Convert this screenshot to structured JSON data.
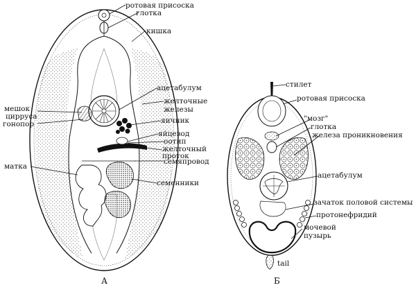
{
  "figure": {
    "captions": {
      "a": "А",
      "b": "Б"
    },
    "panel_a_labels": {
      "oral_sucker": "ротовая присоска",
      "pharynx": "глотка",
      "intestine": "кишка",
      "acetabulum": "ацетабулум",
      "vitelline_glands_1": "желточные",
      "vitelline_glands_2": "железы",
      "cirrus_sac_1": "мешок",
      "cirrus_sac_2": "циррусa",
      "gonopore": "гонопор",
      "ovary": "яичник",
      "oviduct": "яйцевод",
      "ootype": "оотип",
      "vitelline_duct_1": "желточный",
      "vitelline_duct_2": "проток",
      "vas_deferens": "семяпровод",
      "uterus": "матка",
      "testes": "семенники"
    },
    "panel_b_labels": {
      "stylet": "стилет",
      "oral_sucker": "ротовая присоска",
      "brain": "\"мозг\"",
      "pharynx": "глотка",
      "penetration_gland": "железа проникновения",
      "acetabulum": "ацетабулум",
      "genital_primordium": "зачаток половой системы",
      "protonephridium": "протонефридий",
      "bladder_1": "мочевой",
      "bladder_2": "пузырь",
      "tail": "tail"
    }
  }
}
